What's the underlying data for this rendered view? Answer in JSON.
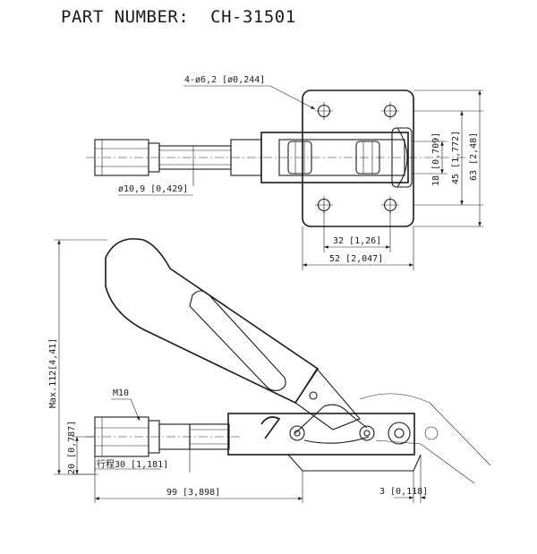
{
  "title": {
    "label": "PART NUMBER:",
    "part_number": "CH-31501"
  },
  "dimensions": {
    "hole_spec": "4-ø6,2 [ø0,244]",
    "rod_diameter": "ø10,9 [0,429]",
    "dim_18": "18 [0,709]",
    "dim_45": "45 [1,772]",
    "dim_63": "63 [2,48]",
    "dim_32": "32 [1,26]",
    "dim_52": "52 [2,047]",
    "max_112": "Max.112[4,41]",
    "thread": "M10",
    "dim_20": "20 [0,787]",
    "stroke": "行程30 [1,181]",
    "dim_99": "99 [3,898]",
    "dim_3": "3 [0,118]"
  }
}
